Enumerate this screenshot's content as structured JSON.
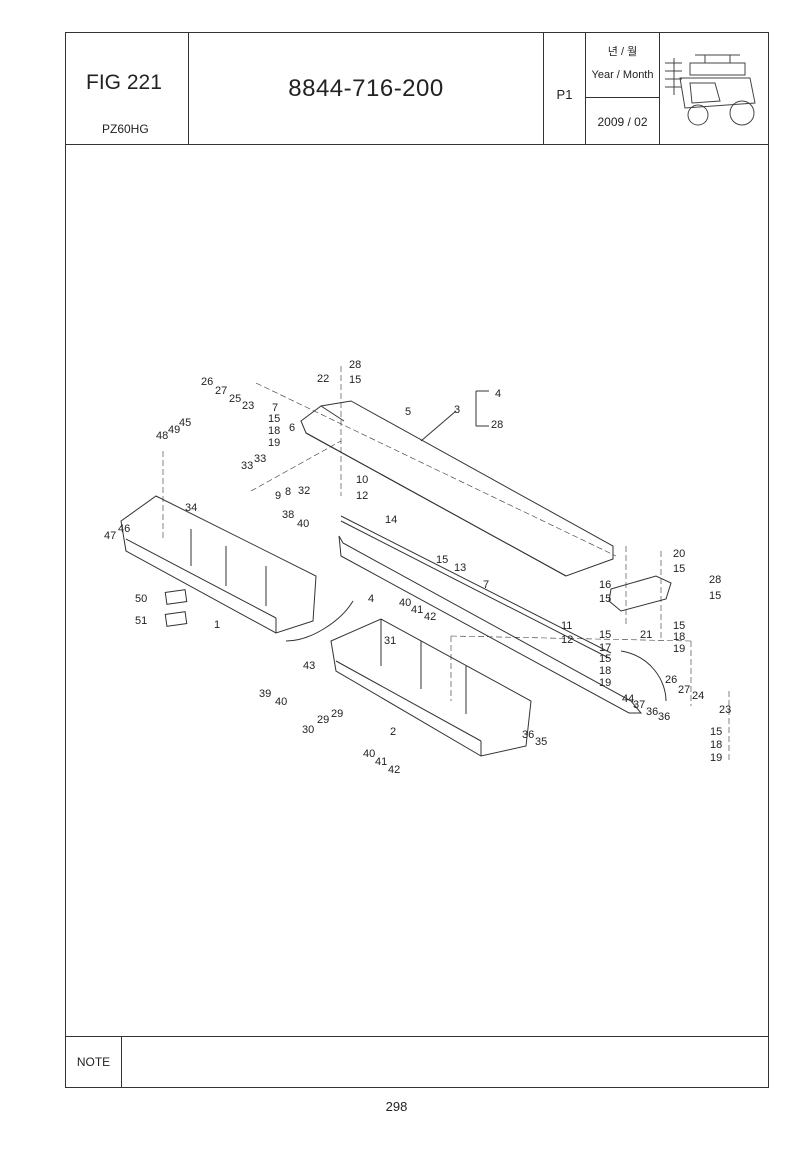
{
  "header": {
    "figure": "FIG 221",
    "model": "PZ60HG",
    "part_number": "8844-716-200",
    "page_code": "P1",
    "year_month_kr": "년 / 월",
    "year_month_en": "Year / Month",
    "date": "2009 / 02",
    "thumbnail": "rice-transplanter-icon"
  },
  "callouts": [
    "26",
    "27",
    "25",
    "23",
    "28",
    "22",
    "15",
    "7",
    "5",
    "3",
    "4",
    "28",
    "15",
    "18",
    "19",
    "6",
    "48",
    "49",
    "45",
    "33",
    "33",
    "9",
    "8",
    "32",
    "10",
    "12",
    "34",
    "38",
    "40",
    "14",
    "47",
    "46",
    "15",
    "13",
    "7",
    "20",
    "15",
    "16",
    "15",
    "28",
    "15",
    "4",
    "50",
    "51",
    "1",
    "40",
    "41",
    "42",
    "11",
    "15",
    "12",
    "21",
    "15",
    "18",
    "19",
    "17",
    "15",
    "18",
    "19",
    "31",
    "43",
    "26",
    "27",
    "24",
    "44",
    "37",
    "36",
    "36",
    "23",
    "39",
    "40",
    "29",
    "29",
    "30",
    "2",
    "36",
    "35",
    "15",
    "18",
    "19",
    "40",
    "41",
    "42"
  ],
  "note": {
    "label": "NOTE",
    "text": ""
  },
  "page_number": "298"
}
